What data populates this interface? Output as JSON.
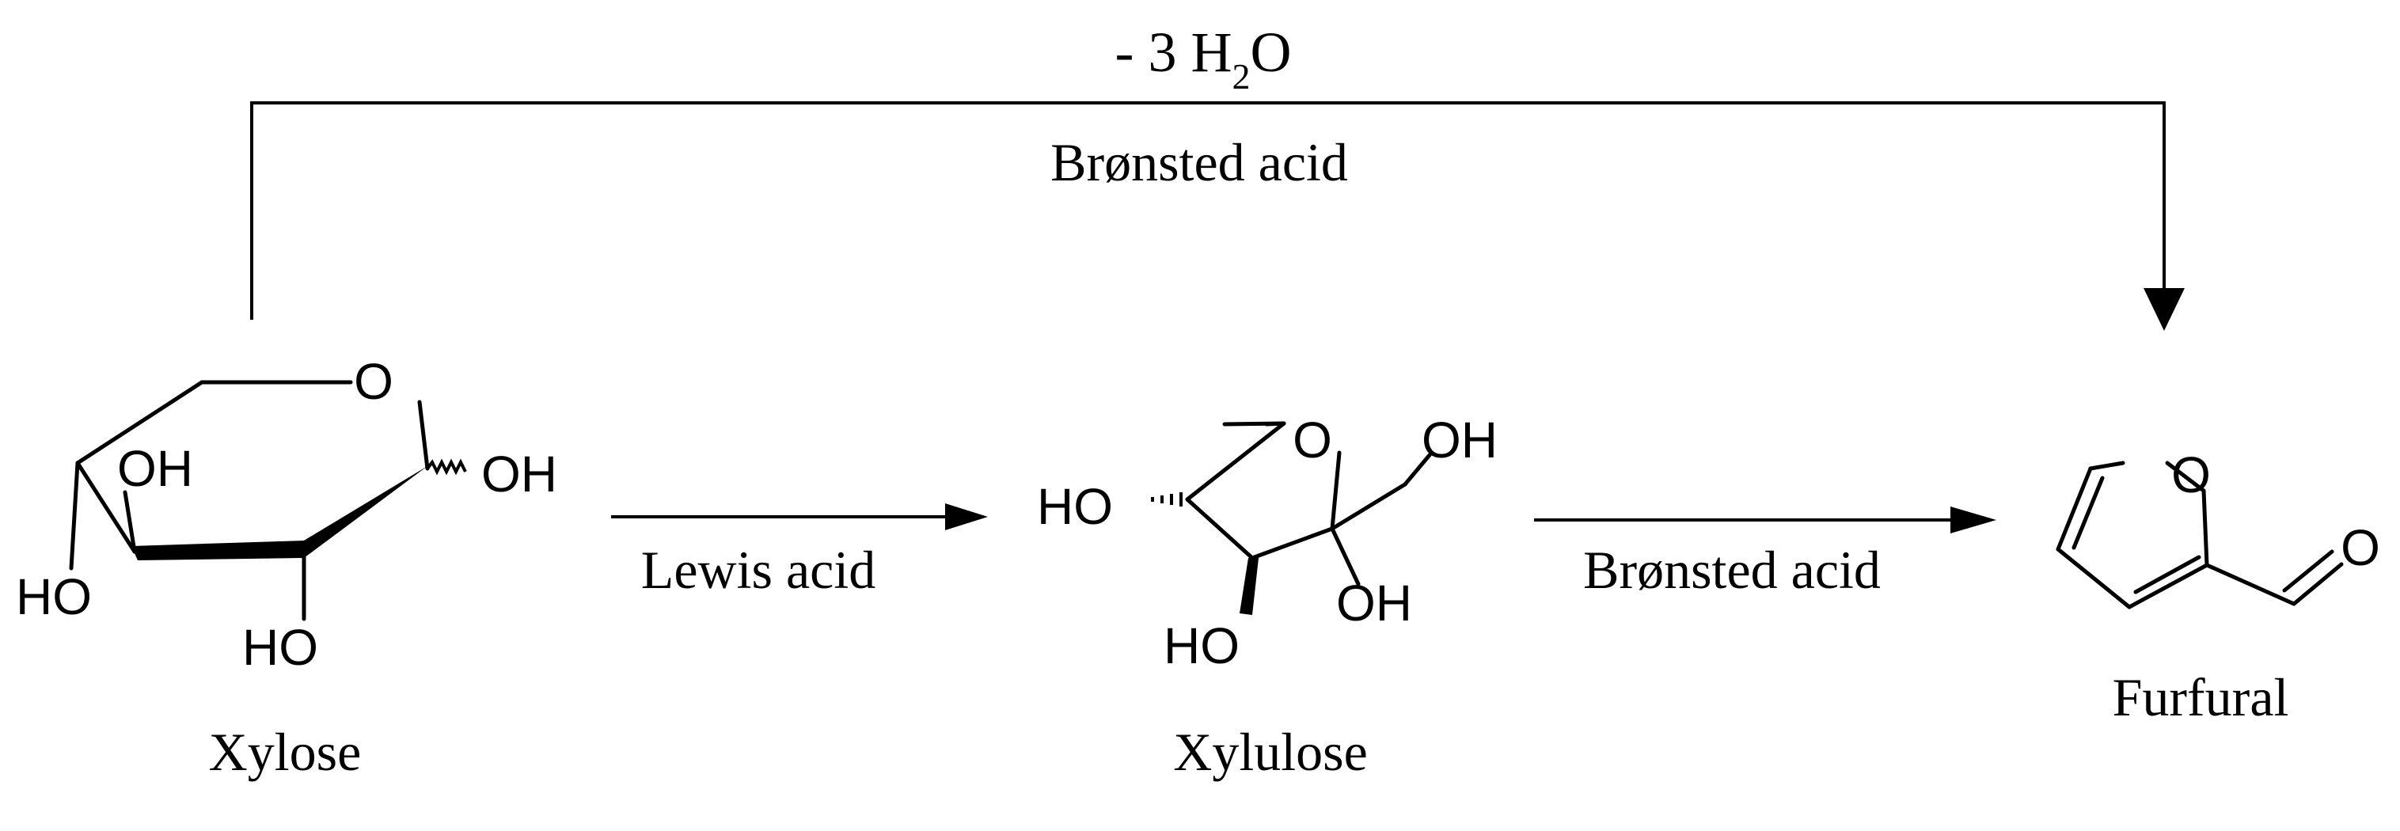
{
  "scheme": {
    "top_path": {
      "condition": "Brønsted acid",
      "water_prefix": "- 3 H",
      "water_subscript": "2",
      "water_suffix": "O"
    },
    "step1_condition": "Lewis acid",
    "step2_condition": "Brønsted acid"
  },
  "compounds": {
    "xylose": {
      "name": "Xylose",
      "atoms": {
        "ring_o": "O",
        "oh_anomeric": "OH",
        "oh_c2": "HO",
        "oh_c3": "OH",
        "oh_c4": "HO"
      }
    },
    "xylulose": {
      "name": "Xylulose",
      "atoms": {
        "ring_o": "O",
        "ch2oh": "OH",
        "oh_c3": "HO",
        "oh_c4": "HO",
        "oh_c2": "OH"
      }
    },
    "furfural": {
      "name": "Furfural",
      "atoms": {
        "ring_o": "O",
        "carbonyl_o": "O"
      }
    }
  }
}
